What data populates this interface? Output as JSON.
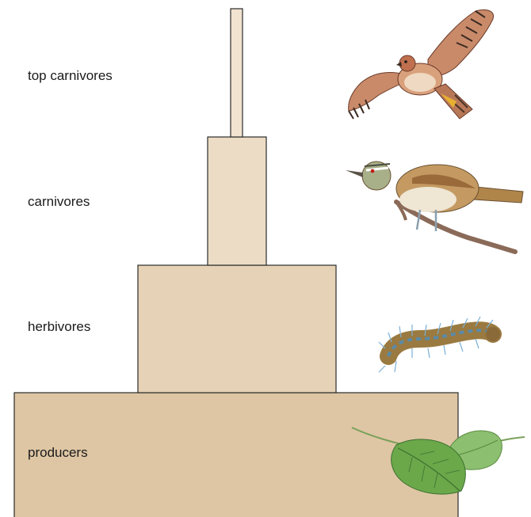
{
  "diagram": {
    "levels": [
      {
        "label": "top carnivores",
        "fill": "#f1e3d0",
        "organism_icon": "hawk-icon"
      },
      {
        "label": "carnivores",
        "fill": "#ecdcc5",
        "organism_icon": "songbird-icon"
      },
      {
        "label": "herbivores",
        "fill": "#e6d2b6",
        "organism_icon": "caterpillar-icon"
      },
      {
        "label": "producers",
        "fill": "#dec6a4",
        "organism_icon": "leaf-icon"
      }
    ]
  }
}
